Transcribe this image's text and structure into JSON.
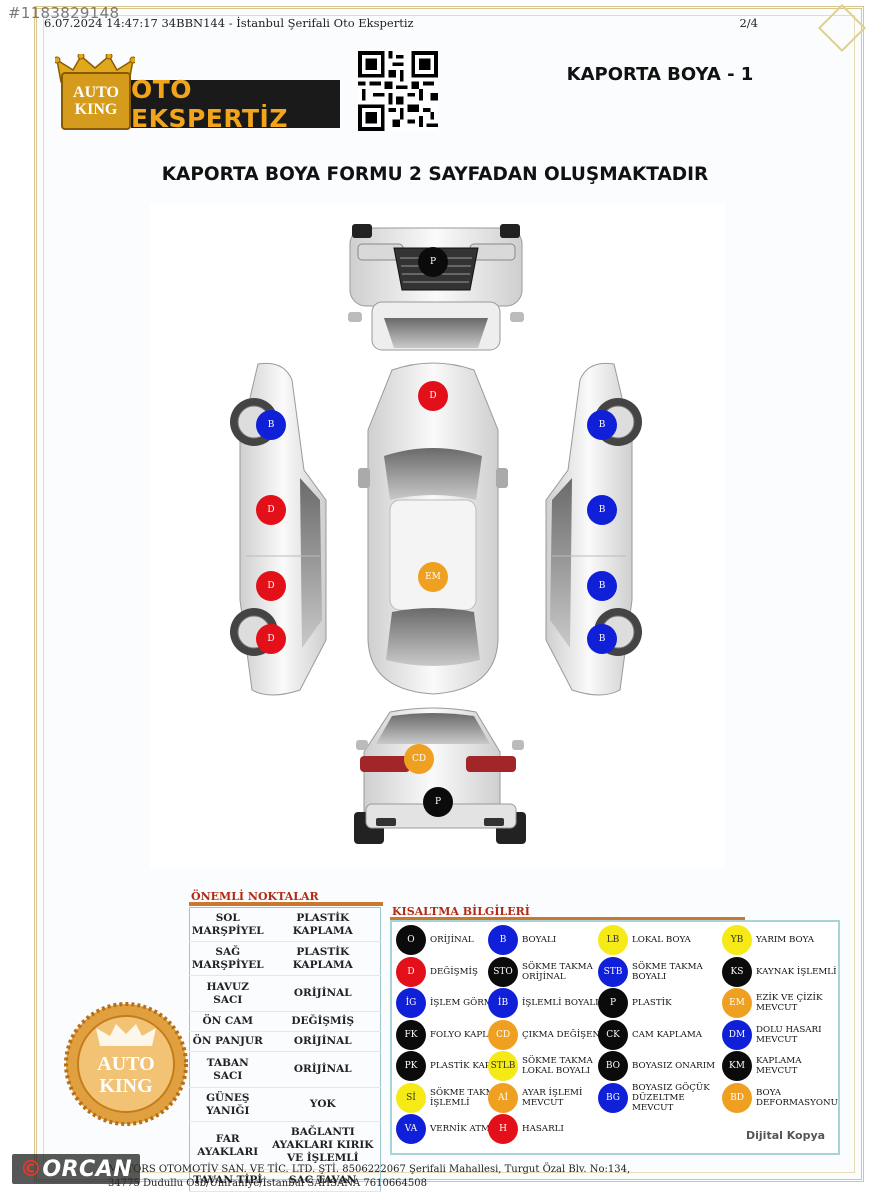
{
  "watermark_id": "#1183829148",
  "print_header": {
    "left": "6.07.2024 14:47:17 34BBN144 - İstanbul Şerifali Oto Ekspertiz",
    "page": "2/4"
  },
  "logo": {
    "line1": "AUTO",
    "line2": "KING",
    "bar_text": "OTO EKSPERTİZ"
  },
  "sheet_title": "KAPORTA BOYA - 1",
  "form_note": "KAPORTA BOYA FORMU 2 SAYFADAN OLUŞMAKTADIR",
  "markers": {
    "front_bumper": "P",
    "hood": "D",
    "left_front_fender": "B",
    "right_rear_fender": "D",
    "right_rear_door": "D",
    "right_front_door_lower": "D",
    "roof": "EM",
    "left_rear_fender": "B",
    "left_rear_door": "B",
    "left_front_door": "B",
    "left_front_lower": "B",
    "trunk": "CD",
    "rear_bumper": "P"
  },
  "colors": {
    "black": "#0b0b0b",
    "blue": "#1020d8",
    "red": "#e3101a",
    "yellow": "#f5ea15",
    "orange": "#f0a020",
    "header_red": "#b32a12",
    "accent_orange": "#c9782e"
  },
  "onemli": {
    "title": "ÖNEMLİ NOKTALAR",
    "rows": [
      {
        "k": "SOL MARŞPİYEL",
        "v": "PLASTİK KAPLAMA"
      },
      {
        "k": "SAĞ MARŞPİYEL",
        "v": "PLASTİK KAPLAMA"
      },
      {
        "k": "HAVUZ SACI",
        "v": "ORİJİNAL"
      },
      {
        "k": "ÖN CAM",
        "v": "DEĞİŞMİŞ"
      },
      {
        "k": "ÖN PANJUR",
        "v": "ORİJİNAL"
      },
      {
        "k": "TABAN SACI",
        "v": "ORİJİNAL"
      },
      {
        "k": "GÜNEŞ YANIĞI",
        "v": "YOK"
      },
      {
        "k": "FAR AYAKLARI",
        "v": "BAĞLANTI AYAKLARI KIRIK VE İŞLEMLİ"
      },
      {
        "k": "TAVAN TİPİ",
        "v": "SAC TAVAN"
      }
    ]
  },
  "kisaltma": {
    "title": "KISALTMA BİLGİLERİ",
    "items": [
      {
        "code": "O",
        "label": "ORİJİNAL",
        "color": "black"
      },
      {
        "code": "B",
        "label": "BOYALI",
        "color": "blue"
      },
      {
        "code": "LB",
        "label": "LOKAL BOYA",
        "color": "yellow"
      },
      {
        "code": "YB",
        "label": "YARIM BOYA",
        "color": "yellow"
      },
      {
        "code": "D",
        "label": "DEĞİŞMİŞ",
        "color": "red"
      },
      {
        "code": "STO",
        "label": "SÖKME TAKMA ORİJİNAL",
        "color": "black"
      },
      {
        "code": "STB",
        "label": "SÖKME TAKMA BOYALI",
        "color": "blue"
      },
      {
        "code": "KS",
        "label": "KAYNAK İŞLEMLİ",
        "color": "black"
      },
      {
        "code": "İG",
        "label": "İŞLEM GÖRMÜŞ",
        "color": "blue"
      },
      {
        "code": "İB",
        "label": "İŞLEMLİ BOYALI",
        "color": "blue"
      },
      {
        "code": "P",
        "label": "PLASTİK",
        "color": "black"
      },
      {
        "code": "EM",
        "label": "EZİK VE ÇİZİK MEVCUT",
        "color": "orange"
      },
      {
        "code": "FK",
        "label": "FOLYO KAPLAMA",
        "color": "black"
      },
      {
        "code": "CD",
        "label": "ÇIKMA DEĞİŞEN",
        "color": "orange"
      },
      {
        "code": "CK",
        "label": "CAM KAPLAMA",
        "color": "black"
      },
      {
        "code": "DM",
        "label": "DOLU HASARI MEVCUT",
        "color": "blue"
      },
      {
        "code": "PK",
        "label": "PLASTİK KAPLAMA",
        "color": "black"
      },
      {
        "code": "STLB",
        "label": "SÖKME TAKMA LOKAL BOYALI",
        "color": "yellow"
      },
      {
        "code": "BO",
        "label": "BOYASIZ ONARIM",
        "color": "black"
      },
      {
        "code": "KM",
        "label": "KAPLAMA MEVCUT",
        "color": "black"
      },
      {
        "code": "Sİ",
        "label": "SÖKME TAKMA İŞLEMLİ",
        "color": "yellow"
      },
      {
        "code": "Aİ",
        "label": "AYAR İŞLEMİ MEVCUT",
        "color": "orange"
      },
      {
        "code": "BG",
        "label": "BOYASIZ GÖÇÜK DÜZELTME MEVCUT",
        "color": "blue"
      },
      {
        "code": "BD",
        "label": "BOYA DEFORMASYONU",
        "color": "orange"
      },
      {
        "code": "VA",
        "label": "VERNİK ATMASI",
        "color": "blue"
      },
      {
        "code": "H",
        "label": "HASARLI",
        "color": "red"
      }
    ]
  },
  "dijital": "Dijital Kopya",
  "seal": {
    "line1": "AUTO",
    "line2": "KING"
  },
  "footer": {
    "line1": "MOTORS OTOMOTİV SAN. VE TİC. LTD. ŞTİ. 8506222067 Şerifali Mahallesi, Turgut Özal Blv. No:134,",
    "line2": "34775 Dudullu Osb/Ümraniye/İstanbul SAHSANA 7610664508"
  },
  "orcan": {
    "brand": "ORCAN"
  }
}
